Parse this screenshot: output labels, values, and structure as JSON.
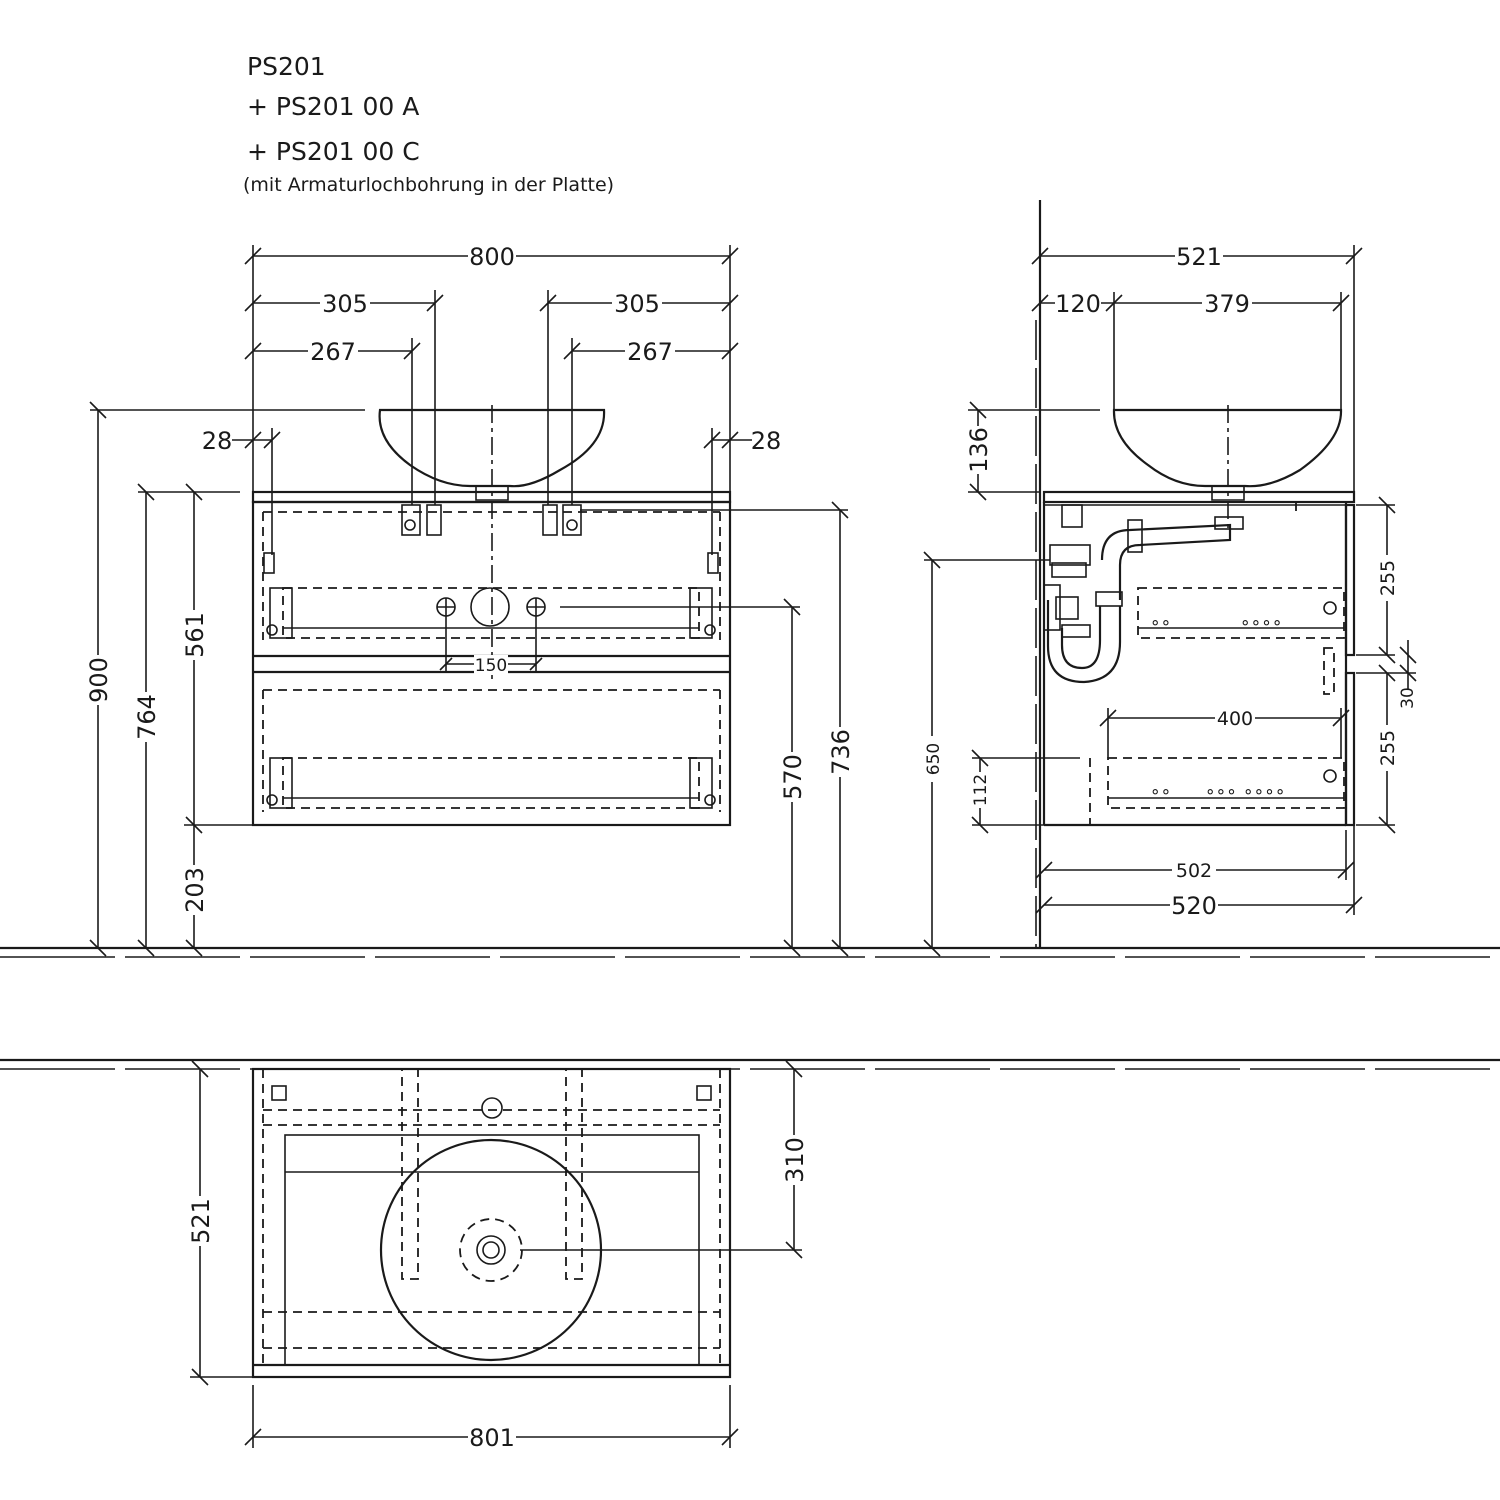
{
  "header": {
    "line1": "PS201",
    "line2": "+ PS201 00 A",
    "line3": "+ PS201 00 C",
    "note": "(mit Armaturlochbohrung in der Platte)"
  },
  "front_view": {
    "overall_width": "800",
    "left_305": "305",
    "right_305": "305",
    "left_267": "267",
    "right_267": "267",
    "left_28": "28",
    "right_28": "28",
    "height_900": "900",
    "height_764": "764",
    "height_561": "561",
    "height_203": "203",
    "height_570": "570",
    "height_736": "736",
    "hole_spacing_150": "150"
  },
  "side_view": {
    "depth_521": "521",
    "offset_120": "120",
    "bowl_379": "379",
    "bowl_height_136": "136",
    "height_650": "650",
    "height_112": "112",
    "drawer_255_top": "255",
    "gap_30": "30",
    "drawer_255_bottom": "255",
    "drawer_depth_400": "400",
    "depth_502": "502",
    "depth_520": "520"
  },
  "top_view": {
    "depth_521": "521",
    "bowl_center_310": "310",
    "width_801": "801"
  }
}
